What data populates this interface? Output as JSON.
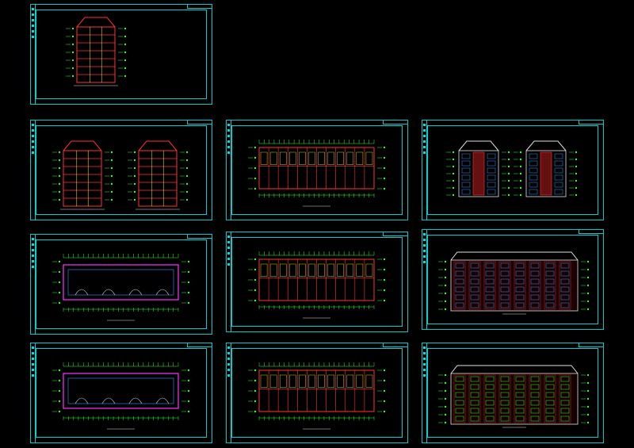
{
  "workspace": {
    "background": "#000000"
  },
  "colors": {
    "frame": "#00c8c8",
    "wall": "#ff3333",
    "dimension": "#33ff33",
    "grid": "#ffff33",
    "text": "#e0e0e0",
    "accent": "#ff33ff",
    "water": "#3399ff"
  },
  "sheets": [
    {
      "kind": "section-single"
    },
    {
      "kind": "section-double"
    },
    {
      "kind": "plan"
    },
    {
      "kind": "end-elevation"
    },
    {
      "kind": "plan-roof"
    },
    {
      "kind": "plan"
    },
    {
      "kind": "front-elevation"
    },
    {
      "kind": "plan-roof"
    },
    {
      "kind": "plan"
    },
    {
      "kind": "front-elevation"
    }
  ]
}
